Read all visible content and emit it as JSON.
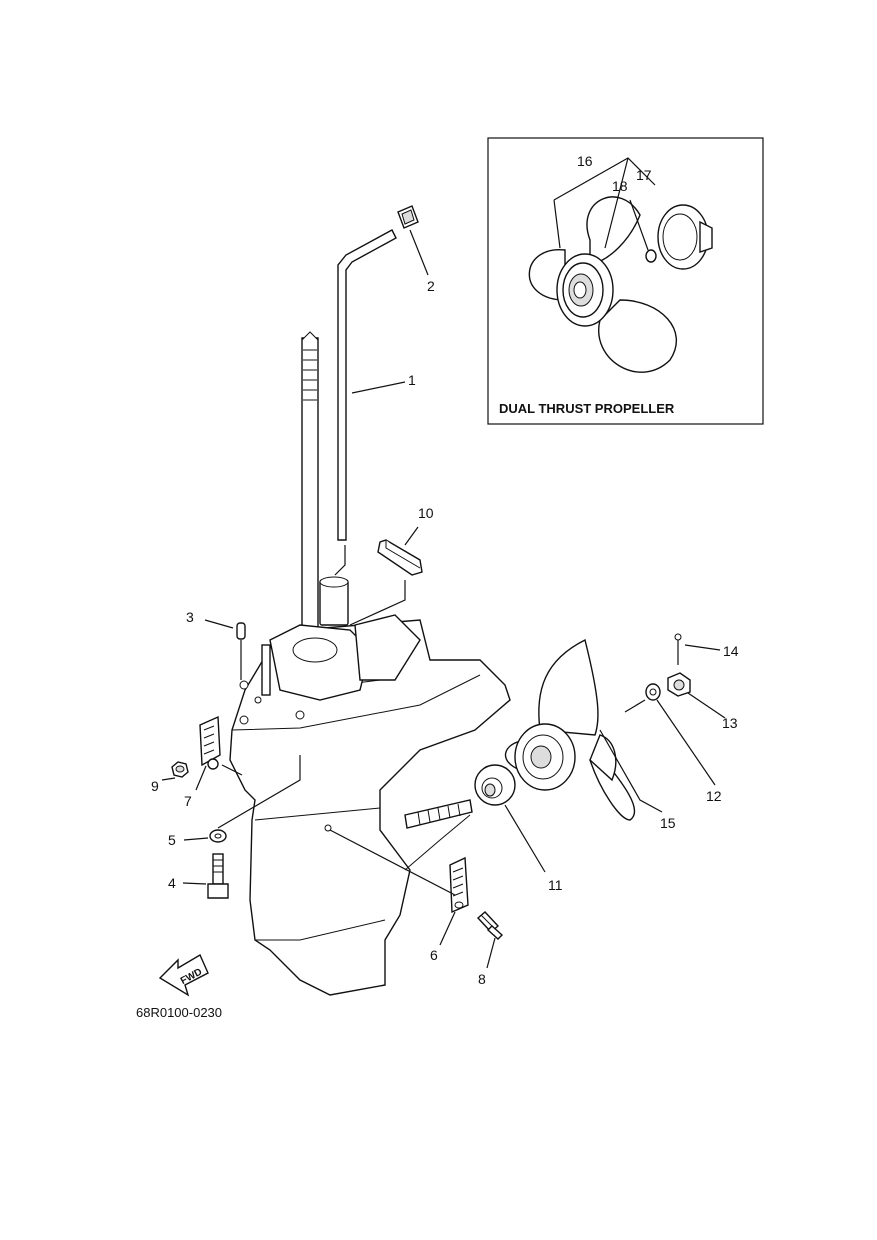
{
  "inset": {
    "title": "DUAL THRUST PROPELLER",
    "callouts": [
      "16",
      "17",
      "18"
    ]
  },
  "callouts": [
    "1",
    "2",
    "3",
    "4",
    "5",
    "6",
    "7",
    "8",
    "9",
    "10",
    "11",
    "12",
    "13",
    "14",
    "15"
  ],
  "diagram_code": "68R0100-0230",
  "fwd_arrow_label": "FWD"
}
